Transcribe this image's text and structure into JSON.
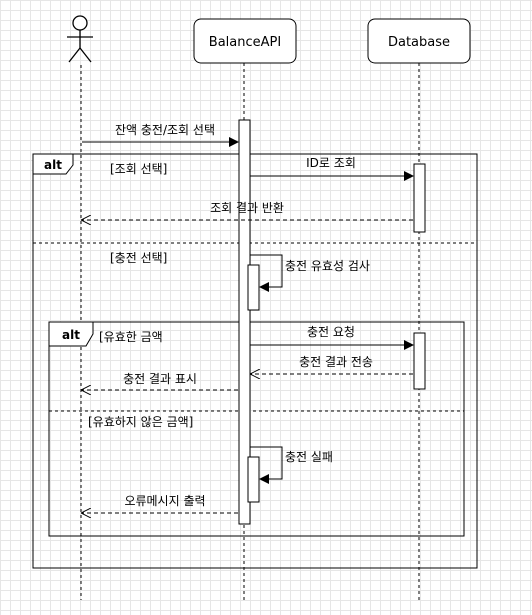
{
  "participants": {
    "actor": "",
    "api": "BalanceAPI",
    "db": "Database"
  },
  "frames": {
    "outer_alt": "alt",
    "inner_alt": "alt"
  },
  "guards": {
    "view": "[조회 선택]",
    "charge": "[충전 선택]",
    "valid": "[유효한 금액",
    "invalid": "[유효하지 않은 금액]"
  },
  "messages": {
    "select": "잔액 충전/조회 선택",
    "query_by_id": "ID로 조회",
    "return_result": "조회 결과 반환",
    "validate": "충전 유효성 검사",
    "charge_request": "충전 요청",
    "send_result": "충전 결과 전송",
    "show_result": "충전 결과 표시",
    "charge_fail": "충전 실패",
    "print_error": "오류메시지 출력"
  }
}
